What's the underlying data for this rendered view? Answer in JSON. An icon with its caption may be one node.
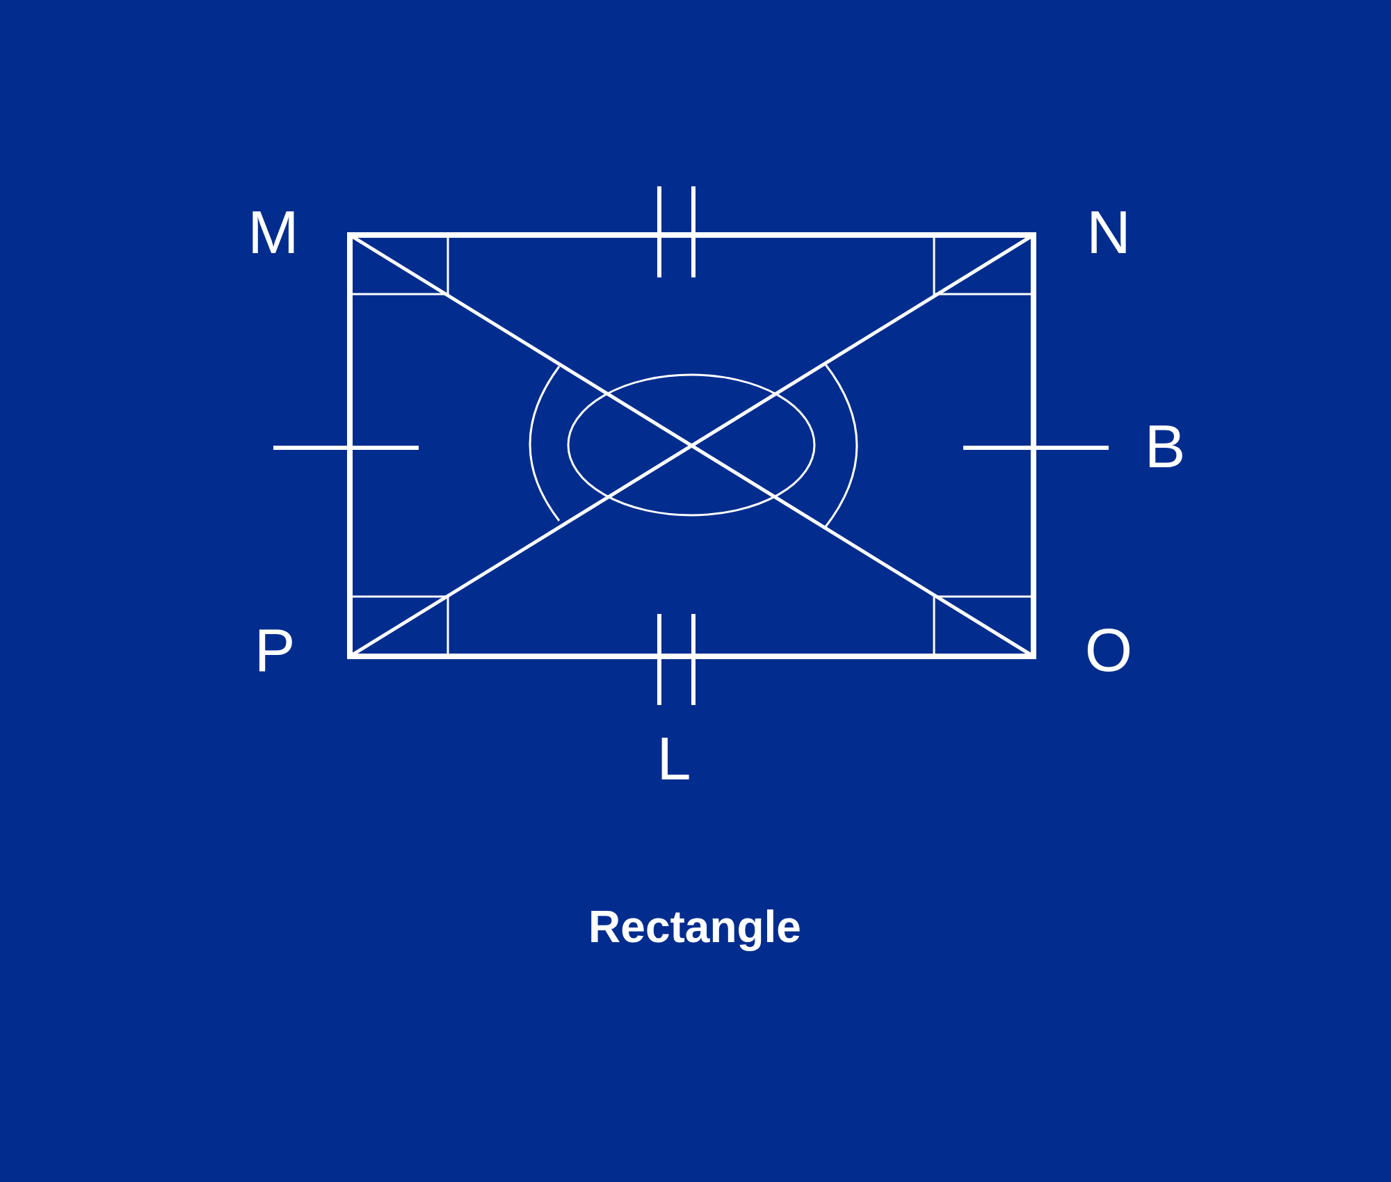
{
  "diagram": {
    "caption": "Rectangle",
    "labels": [
      "M",
      "N",
      "B",
      "P",
      "O",
      "L"
    ]
  }
}
